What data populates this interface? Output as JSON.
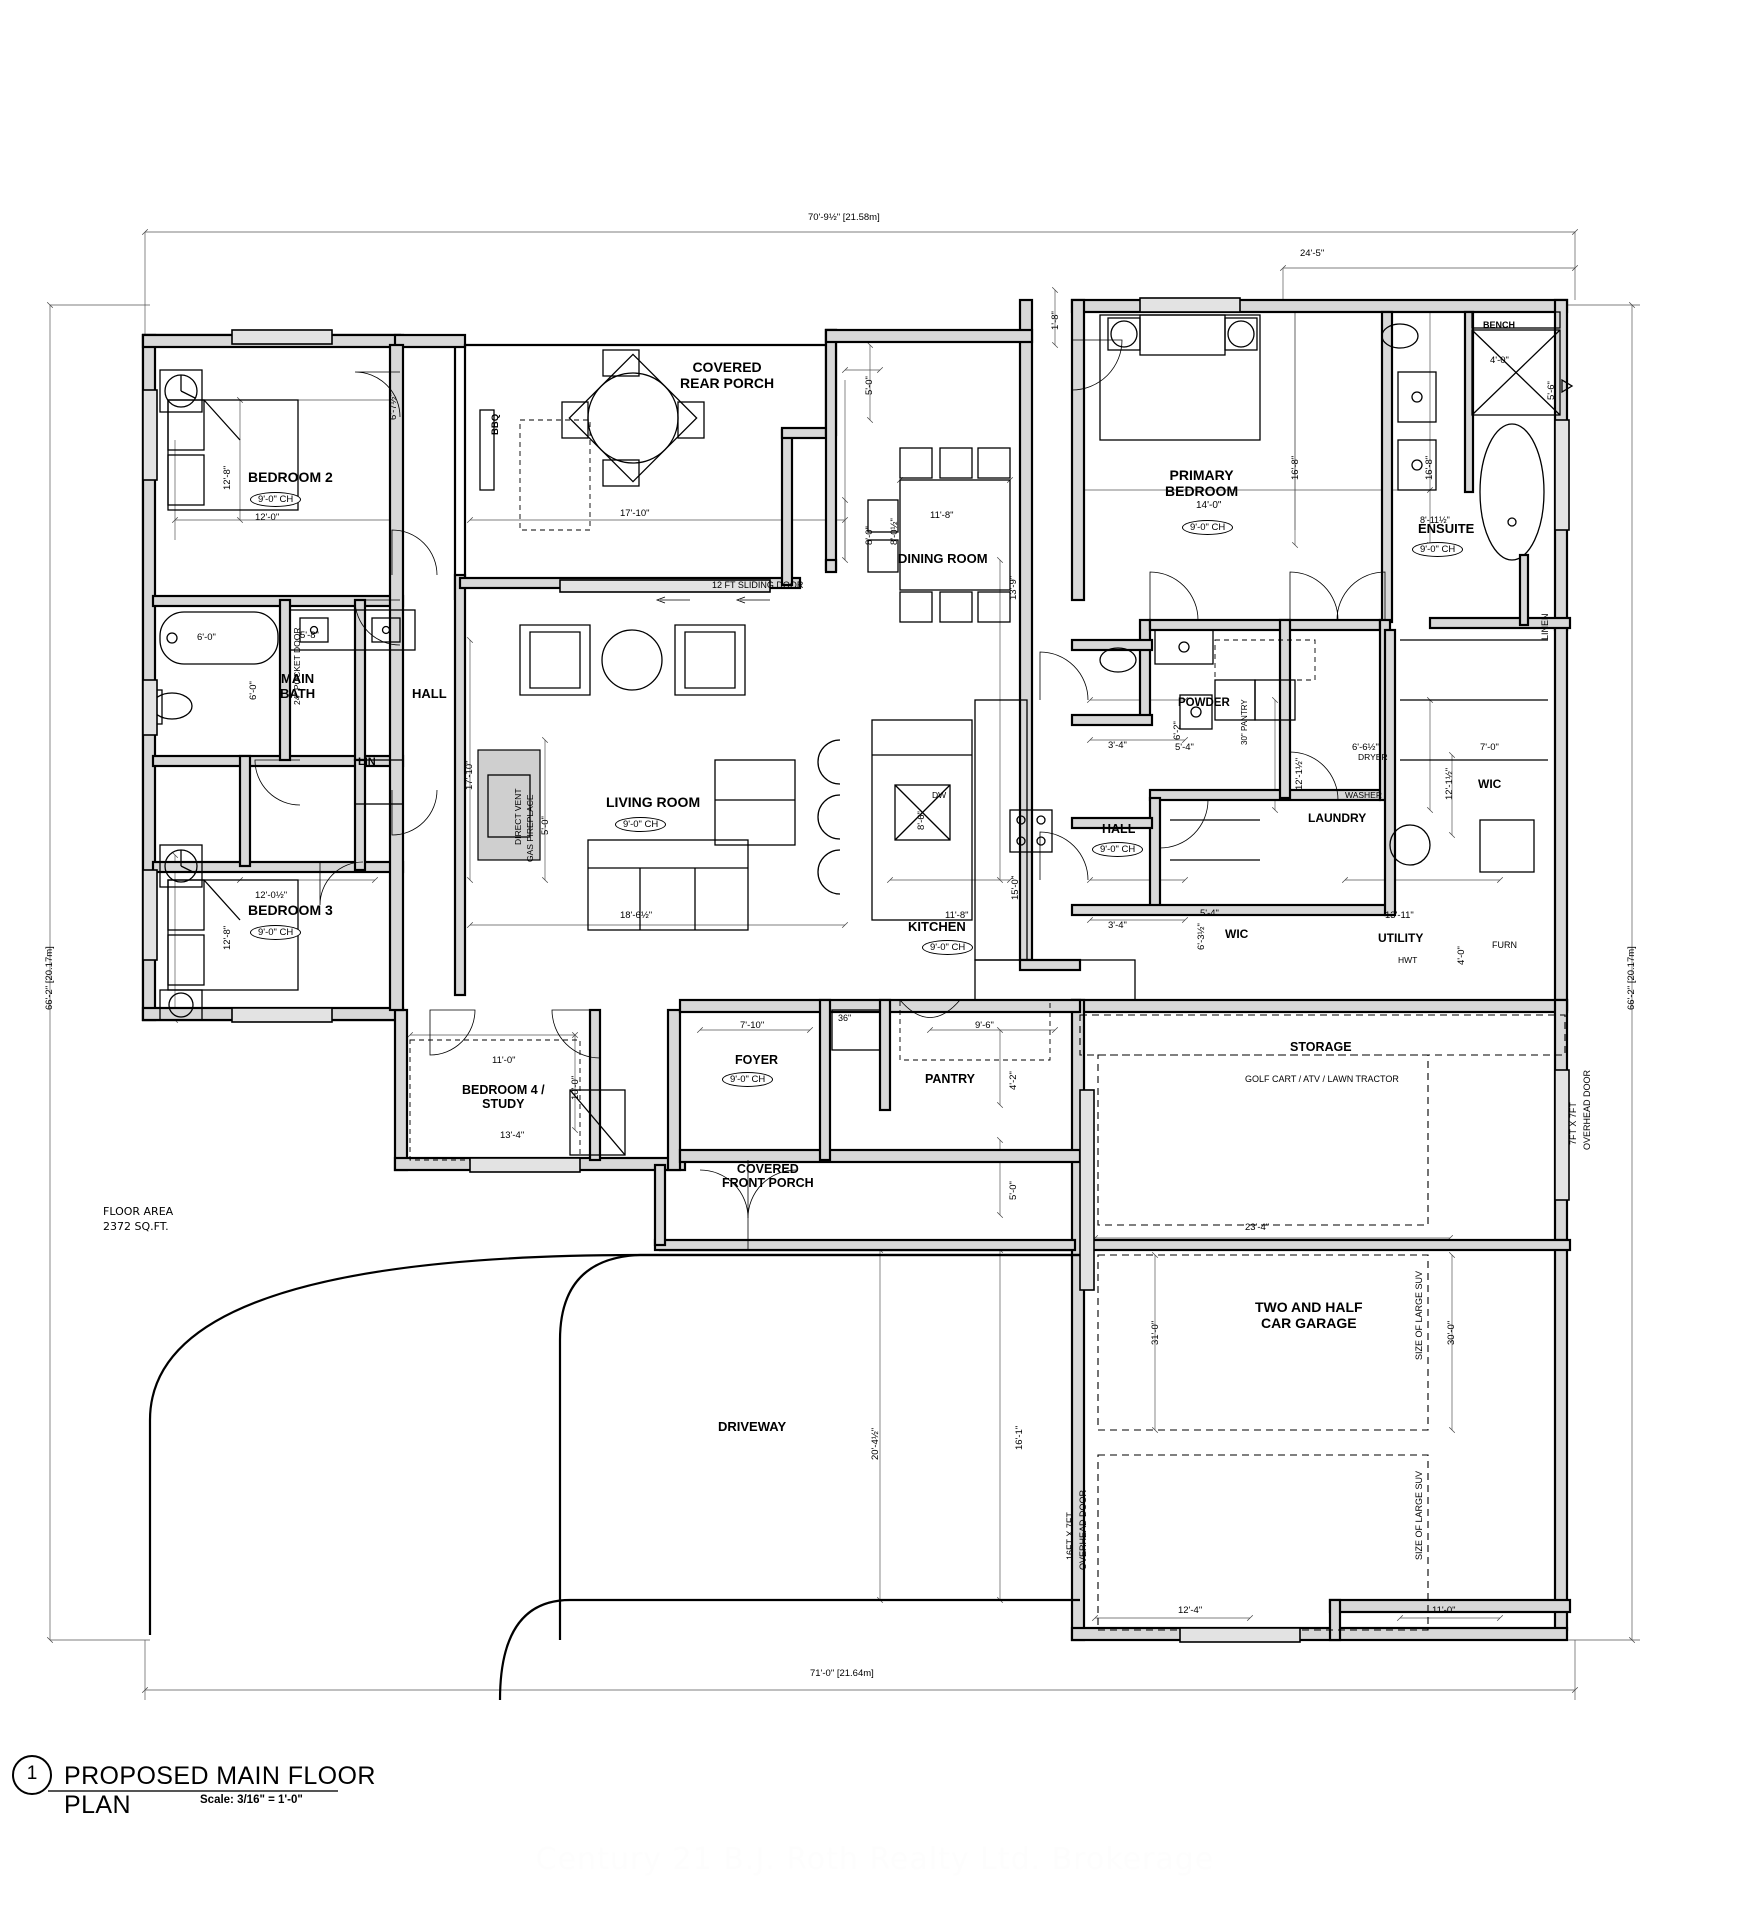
{
  "sheet": {
    "title": "PROPOSED MAIN FLOOR PLAN",
    "detail_number": "1",
    "scale": "Scale: 3/16\" = 1'-0\"",
    "floor_area": "FLOOR AREA\n2372 SQ.FT.",
    "floor_area_line1": "FLOOR AREA",
    "floor_area_line2": "2372 SQ.FT.",
    "watermark": "Century 21 B.J. Roth Realty Ltd. Brokerage"
  },
  "overall_dimensions": {
    "top": "70'-9½\" [21.58m]",
    "bottom": "71'-0\" [21.64m]",
    "left": "66'-2\" [20.17m]",
    "right": "66'-2\" [20.17m]",
    "upper_right_wing": "24'-5\""
  },
  "rooms": [
    {
      "name": "BEDROOM 2",
      "ceiling": "9'-0\" CH",
      "w": "12'-0\"",
      "h": "12'-8\""
    },
    {
      "name": "BEDROOM 3",
      "ceiling": "9'-0\" CH",
      "w": "12'-0½\"",
      "h": "12'-8\""
    },
    {
      "name": "BEDROOM 4 /\nSTUDY",
      "ceiling": "",
      "w": "13'-4\"",
      "h": "10'-0\"",
      "w2": "11'-0\""
    },
    {
      "name": "MAIN\nBATH",
      "ceiling": ""
    },
    {
      "name": "HALL",
      "ceiling": ""
    },
    {
      "name": "LIN",
      "ceiling": ""
    },
    {
      "name": "LIVING ROOM",
      "ceiling": "9'-0\" CH",
      "w": "18'-6½\"",
      "h": "17'-10\""
    },
    {
      "name": "DINING ROOM",
      "ceiling": "",
      "w": "11'-8\"",
      "h": "8'-0½\"",
      "h2": "13'-9\""
    },
    {
      "name": "KITCHEN",
      "ceiling": "9'-0\" CH",
      "w": "11'-8\"",
      "h": "15'-0\""
    },
    {
      "name": "COVERED\nREAR PORCH",
      "ceiling": "",
      "w": "17'-10\"",
      "h": "8'-0\""
    },
    {
      "name": "COVERED\nFRONT PORCH",
      "ceiling": "",
      "h": "5'-0\""
    },
    {
      "name": "FOYER",
      "ceiling": "9'-0\" CH",
      "w": "7'-10\""
    },
    {
      "name": "PANTRY",
      "ceiling": "",
      "w": "9'-6\"",
      "h": "4'-2\""
    },
    {
      "name": "PRIMARY\nBEDROOM",
      "ceiling": "9'-0\" CH",
      "w": "14'-0\"",
      "h": "16'-8\""
    },
    {
      "name": "ENSUITE",
      "ceiling": "9'-0\" CH",
      "w": "8'-11½\"",
      "h": "16'-8\""
    },
    {
      "name": "POWDER",
      "ceiling": "",
      "w": "6'-2\"",
      "h": "5'-4\""
    },
    {
      "name": "LAUNDRY",
      "ceiling": "",
      "w": "12'-1½\"",
      "h": "6'-6½\""
    },
    {
      "name": "WIC",
      "ceiling": "",
      "w": "7'-0\"",
      "h": "12'-1½\""
    },
    {
      "name": "WIC",
      "ceiling": "",
      "w": "5'-4\"",
      "h": "6'-3½\""
    },
    {
      "name": "UTILITY",
      "ceiling": "",
      "w": "13'-11\"",
      "h": "4'-0\""
    },
    {
      "name": "HALL",
      "ceiling": "9'-0\" CH",
      "w": "3'-4\""
    },
    {
      "name": "STORAGE",
      "ceiling": "",
      "w": "23'-4\""
    },
    {
      "name": "TWO AND HALF\nCAR GARAGE",
      "ceiling": "",
      "w": "23'-4\"",
      "h": "30'-0\""
    },
    {
      "name": "DRIVEWAY",
      "ceiling": "",
      "h": "20'-4½\""
    }
  ],
  "room_labels": {
    "bedroom2": "BEDROOM 2",
    "bedroom3": "BEDROOM 3",
    "bedroom4_l1": "BEDROOM 4 /",
    "bedroom4_l2": "STUDY",
    "main_bath_l1": "MAIN",
    "main_bath_l2": "BATH",
    "hall_left": "HALL",
    "hall_right": "HALL",
    "lin": "LIN",
    "linen": "LINEN",
    "living_room": "LIVING ROOM",
    "dining_room": "DINING ROOM",
    "kitchen": "KITCHEN",
    "rear_porch_l1": "COVERED",
    "rear_porch_l2": "REAR PORCH",
    "front_porch_l1": "COVERED",
    "front_porch_l2": "FRONT PORCH",
    "foyer": "FOYER",
    "pantry": "PANTRY",
    "primary_l1": "PRIMARY",
    "primary_l2": "BEDROOM",
    "ensuite": "ENSUITE",
    "powder": "POWDER",
    "laundry": "LAUNDRY",
    "wic_right": "WIC",
    "wic_left": "WIC",
    "utility": "UTILITY",
    "storage": "STORAGE",
    "garage_l1": "TWO AND HALF",
    "garage_l2": "CAR GARAGE",
    "driveway": "DRIVEWAY",
    "bench": "BENCH",
    "furn": "FURN",
    "hwt": "HWT",
    "washer": "WASHER",
    "dryer": "DRYER",
    "bbq": "BBQ"
  },
  "ceiling_tags": {
    "bedroom2": "9'-0\" CH",
    "bedroom3": "9'-0\" CH",
    "living": "9'-0\" CH",
    "kitchen": "9'-0\" CH",
    "foyer": "9'-0\" CH",
    "primary": "9'-0\" CH",
    "ensuite": "9'-0\" CH",
    "hall_right": "9'-0\" CH"
  },
  "notes": {
    "sliding_door": "12 FT SLIDING DOOR",
    "pocket_door": "24\" POCKET DOOR",
    "fireplace": "DIRECT VENT\nGAS FIREPLACE",
    "fireplace_l1": "DIRECT VENT",
    "fireplace_l2": "GAS FIREPLACE",
    "fireplace_size": "5'-0\"",
    "golf_cart": "GOLF CART /  ATV / LAWN TRACTOR",
    "suv_right": "SIZE OF LARGE SUV",
    "suv_left": "SIZE OF LARGE SUV",
    "oh_door_garage_l1": "16FT X 7FT",
    "oh_door_garage_l2": "OVERHEAD DOOR",
    "oh_door_side_l1": "7FT  X 7FT",
    "oh_door_side_l2": "OVERHEAD DOOR",
    "pantry_30": "30\" PANTRY",
    "dw": "DW",
    "door36": "36\""
  },
  "dimensions": {
    "d_1_8": "1'-8\"",
    "d_5_0_a": "5'-0\"",
    "d_8_0": "8'-0\"",
    "d_9_0": "9'-0\"",
    "d_17_10_porch": "17'-10\"",
    "d_6_7half": "6'-7½\"",
    "d_12_8_a": "12'-8\"",
    "d_12_0": "12'-0\"",
    "d_6_0_tub": "6'-0\"",
    "d_6_0_vert": "6'-0\"",
    "d_5_8": "5'-8\"",
    "d_17_10_lr": "17'-10\"",
    "d_5_0_fp": "5'-0\"",
    "d_18_6half": "18'-6½\"",
    "d_11_8_dr": "11'-8\"",
    "d_8_0half": "8'-0½\"",
    "d_13_9": "13'-9\"",
    "d_11_8_k": "11'-8\"",
    "d_15_0": "15'-0\"",
    "d_8_6": "8'-6\"",
    "d_12_8_b": "12'-8\"",
    "d_12_0half": "12'-0½\"",
    "d_11_0": "11'-0\"",
    "d_10_0": "10'-0\"",
    "d_13_4": "13'-4\"",
    "d_7_10": "7'-10\"",
    "d_9_6": "9'-6\"",
    "d_4_2": "4'-2\"",
    "d_5_0_porch": "5'-0\"",
    "d_24_5": "24'-5\"",
    "d_16_8_a": "16'-8\"",
    "d_16_8_b": "16'-8\"",
    "d_14_0": "14'-0\"",
    "d_4_0_shower": "4'-0\"",
    "d_5_6": "5'-6\"",
    "d_8_11half": "8'-11½\"",
    "d_3_4_a": "3'-4\"",
    "d_3_4_b": "3'-4\"",
    "d_6_2": "6'-2\"",
    "d_5_4_a": "5'-4\"",
    "d_5_4_b": "5'-4\"",
    "d_6_3half": "6'-3½\"",
    "d_12_1half_a": "12'-1½\"",
    "d_12_1half_b": "12'-1½\"",
    "d_6_6half": "6'-6½\"",
    "d_7_0": "7'-0\"",
    "d_13_11": "13'-11\"",
    "d_4_0_util": "4'-0\"",
    "d_23_4_a": "23'-4\"",
    "d_23_4_b": "23'-4\"",
    "d_31_0": "31'-0\"",
    "d_30_0": "30'-0\"",
    "d_12_4": "12'-4\"",
    "d_11_0_g": "11'-0\"",
    "d_20_4half": "20'-4½\"",
    "d_16_1": "16'-1\"",
    "d_4_0_bench": "4'-0\""
  }
}
